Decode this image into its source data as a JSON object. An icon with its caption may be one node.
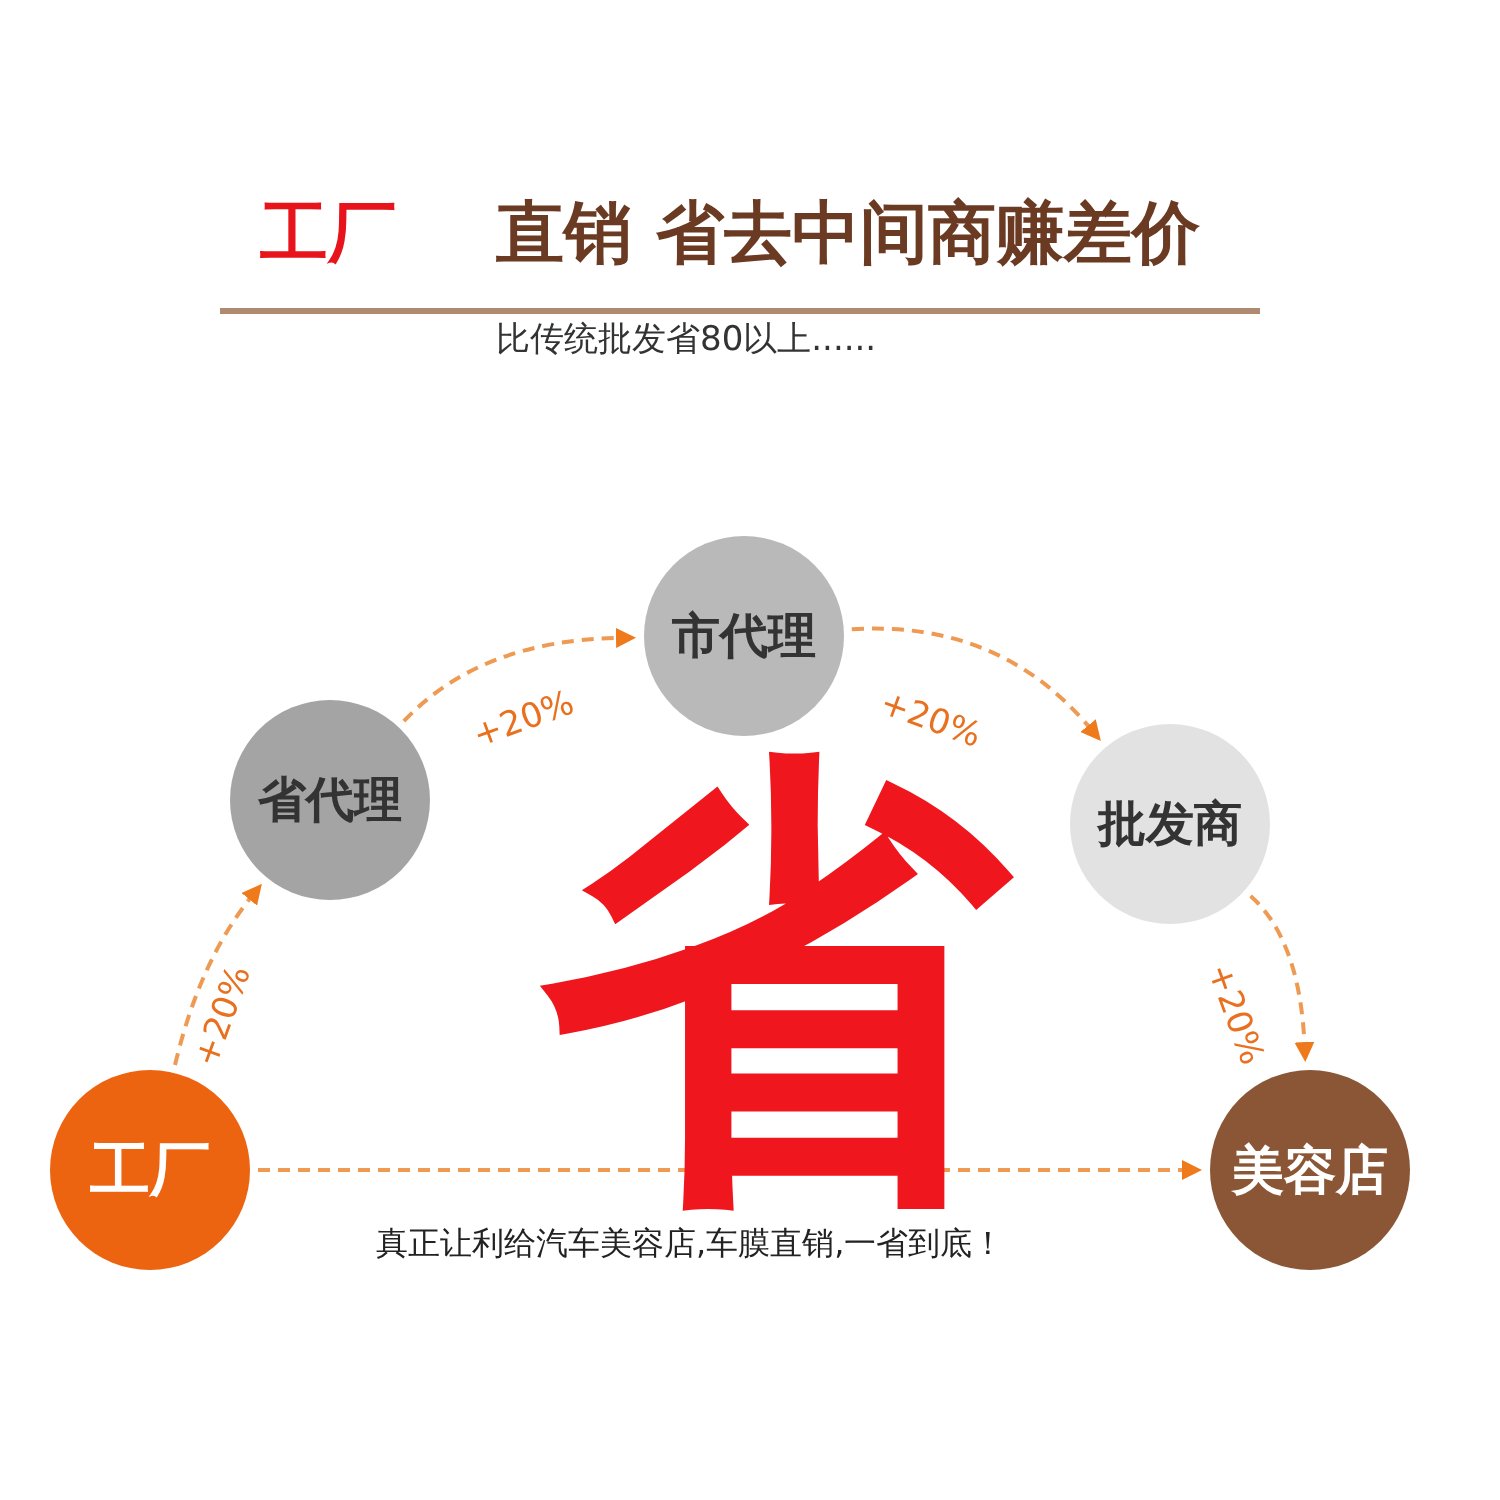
{
  "diagram": {
    "nodes": [
      {
        "text": [
          "工厂"
        ]
      },
      {
        "text": [
          "省代理"
        ]
      },
      {
        "text": [
          "市代理"
        ]
      },
      {
        "text": [
          "批发商"
        ]
      },
      {
        "text": [
          "美容店"
        ]
      }
    ],
    "edges": [
      {
        "from": 0,
        "to": 1,
        "arrow": "to",
        "style": "dashed",
        "label": "+20%"
      },
      {
        "from": 1,
        "to": 2,
        "arrow": "to",
        "style": "dashed",
        "label": "+20%"
      },
      {
        "from": 2,
        "to": 3,
        "arrow": "to",
        "style": "dashed",
        "label": "+20%"
      },
      {
        "from": 3,
        "to": 4,
        "arrow": "to",
        "style": "dashed",
        "label": "+20%"
      },
      {
        "from": 0,
        "to": 4,
        "arrow": "to",
        "style": "dashed",
        "label": "真正让利给汽车美容店,车膜直销,一省到底！"
      }
    ],
    "labels": [
      "工厂",
      "直销 省去中间商赚差价",
      "比传统批发省80以上......",
      "省"
    ]
  }
}
